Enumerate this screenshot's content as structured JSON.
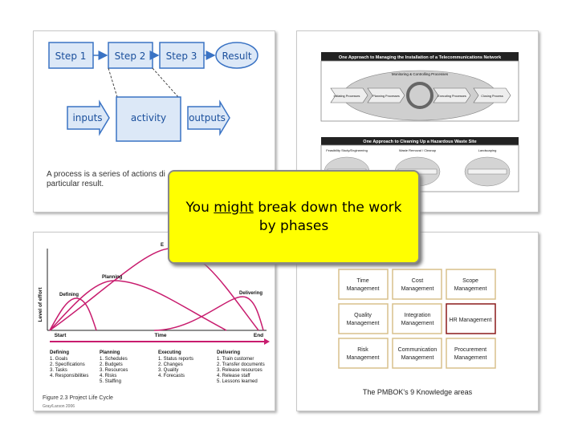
{
  "panel1": {
    "steps": [
      "Step 1",
      "Step 2",
      "Step 3"
    ],
    "result": "Result",
    "inputs": "inputs",
    "activity": "activity",
    "outputs": "outputs",
    "caption_line1": "A process is a series of actions di",
    "caption_line2": "particular result."
  },
  "panel2": {
    "title1": "One Approach to Managing the Installation of a Telecommunications Network",
    "monitoring": "Monitoring & Controlling Processes",
    "initiating": "Initiating Processes",
    "planning": "Planning Processes",
    "executing": "Executing Processes",
    "closing": "Closing Process",
    "title2": "One Approach to Cleaning Up a Hazardous Waste Site",
    "phase1": "Feasibility Study/Engineering",
    "phase2": "Waste Removal / Cleanup",
    "phase3": "Landscaping"
  },
  "panel3": {
    "ylabel": "Level of effort",
    "curves": [
      "Defining",
      "Planning",
      "E",
      "Delivering"
    ],
    "axis_start": "Start",
    "axis_time": "Time",
    "axis_end": "End",
    "columns": [
      {
        "title": "Defining",
        "items": [
          "1. Goals",
          "2. Specifications",
          "3. Tasks",
          "4. Responsibilities"
        ]
      },
      {
        "title": "Planning",
        "items": [
          "1. Schedules",
          "2. Budgets",
          "3. Resources",
          "4. Risks",
          "5. Staffing"
        ]
      },
      {
        "title": "Executing",
        "items": [
          "1. Status reports",
          "2. Changes",
          "3. Quality",
          "4. Forecasts"
        ]
      },
      {
        "title": "Delivering",
        "items": [
          "1. Train customer",
          "2. Transfer documents",
          "3. Release resources",
          "4. Release staff",
          "5. Lessons learned"
        ]
      }
    ],
    "caption_line1": "Figure 2.3 Project Life Cycle",
    "caption_line2": "Gray/Larson 2006"
  },
  "panel4": {
    "cells": [
      [
        "Time",
        "Management"
      ],
      [
        "Cost",
        "Management"
      ],
      [
        "Scope",
        "Management"
      ],
      [
        "Quality",
        "Management"
      ],
      [
        "Integration",
        "Management"
      ],
      [
        "HR Management",
        ""
      ],
      [
        "Risk",
        "Management"
      ],
      [
        "Communication",
        "Management"
      ],
      [
        "Procurement",
        "Management"
      ]
    ],
    "caption": "The PMBOK's 9 Knowledge areas"
  },
  "callout": {
    "word1": "You",
    "emph": "might",
    "rest1": "break down the work",
    "line2": "by phases"
  },
  "colors": {
    "step_fill": "#dce8f7",
    "step_border": "#3a73c4",
    "step_text": "#1a4f9c",
    "callout": "#ffff00",
    "curve": "#c81c6e"
  }
}
